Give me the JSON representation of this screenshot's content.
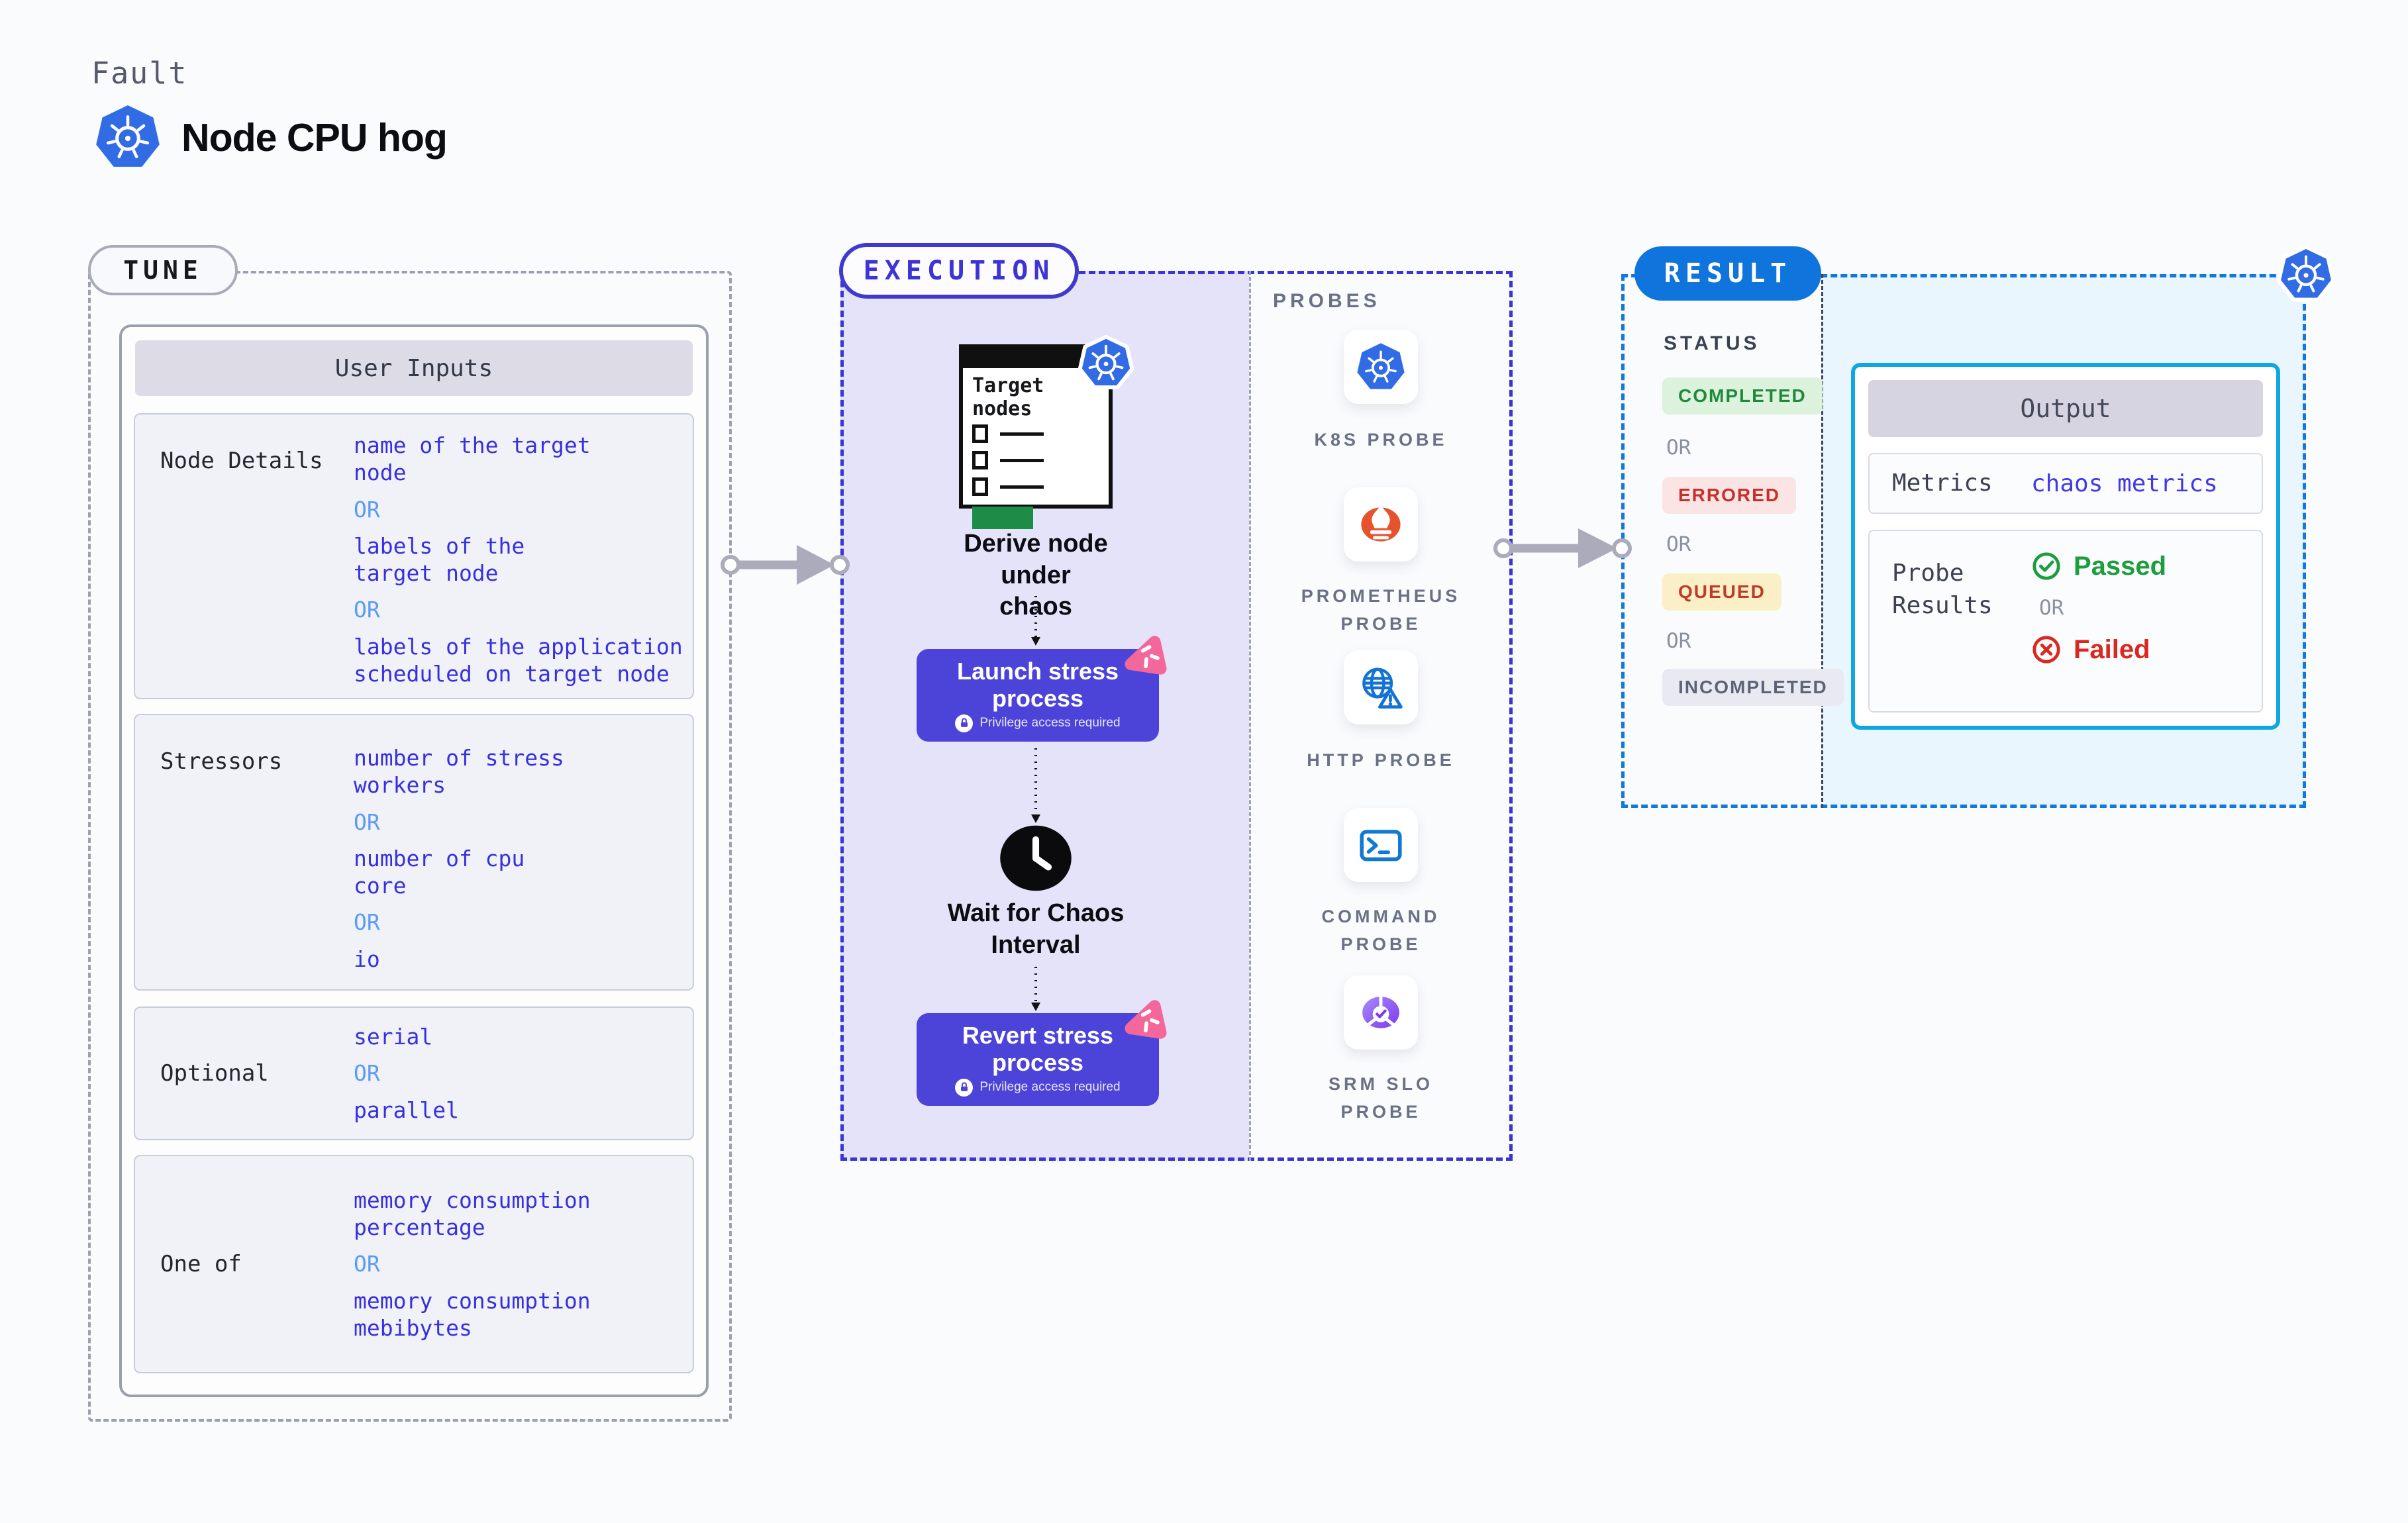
{
  "header": {
    "eyebrow": "Fault",
    "title": "Node CPU hog"
  },
  "tune": {
    "badge": "TUNE",
    "table_title": "User Inputs",
    "rows": [
      {
        "label": "Node Details",
        "segments": [
          {
            "kind": "value",
            "text": "name of the target\nnode"
          },
          {
            "kind": "or",
            "text": "OR"
          },
          {
            "kind": "value",
            "text": "labels of the\ntarget node"
          },
          {
            "kind": "or",
            "text": "OR"
          },
          {
            "kind": "value",
            "text": "labels of the application\n scheduled on target node"
          }
        ]
      },
      {
        "label": "Stressors",
        "segments": [
          {
            "kind": "value",
            "text": "number of stress\nworkers"
          },
          {
            "kind": "or",
            "text": "OR"
          },
          {
            "kind": "value",
            "text": "number of cpu\ncore"
          },
          {
            "kind": "or",
            "text": "OR"
          },
          {
            "kind": "value",
            "text": "io"
          }
        ]
      },
      {
        "label": "Optional",
        "segments": [
          {
            "kind": "value",
            "text": "serial"
          },
          {
            "kind": "or",
            "text": "OR"
          },
          {
            "kind": "value",
            "text": "parallel"
          }
        ]
      },
      {
        "label": "One of",
        "segments": [
          {
            "kind": "value",
            "text": "memory consumption\npercentage"
          },
          {
            "kind": "or",
            "text": "OR"
          },
          {
            "kind": "value",
            "text": "memory consumption\nmebibytes"
          }
        ]
      }
    ]
  },
  "execution": {
    "badge": "EXECUTION",
    "doc_title": "Target\nnodes",
    "derive_caption": "Derive node under\nchaos",
    "launch_title": "Launch stress\nprocess",
    "launch_note": "Privilege access required",
    "wait_caption": "Wait for Chaos\nInterval",
    "revert_title": "Revert stress\nprocess",
    "revert_note": "Privilege access required"
  },
  "probes": {
    "label": "PROBES",
    "items": [
      {
        "icon": "k8s-icon",
        "label": "K8S PROBE"
      },
      {
        "icon": "prometheus-icon",
        "label": "PROMETHEUS\nPROBE"
      },
      {
        "icon": "http-icon",
        "label": "HTTP PROBE"
      },
      {
        "icon": "command-icon",
        "label": "COMMAND\nPROBE"
      },
      {
        "icon": "srm-slo-icon",
        "label": "SRM SLO\nPROBE"
      }
    ]
  },
  "result": {
    "badge": "RESULT",
    "status_label": "STATUS",
    "or_label": "OR",
    "statuses": [
      {
        "text": "COMPLETED",
        "bg": "#DCF2DD",
        "color": "#1F8A3B"
      },
      {
        "text": "ERRORED",
        "bg": "#FBE4E4",
        "color": "#C6302C"
      },
      {
        "text": "QUEUED",
        "bg": "#FAEFC6",
        "color": "#BF3A28"
      },
      {
        "text": "INCOMPLETED",
        "bg": "#E9EAF1",
        "color": "#5C6476"
      }
    ],
    "output": {
      "title": "Output",
      "metrics_label": "Metrics",
      "metrics_value": "chaos metrics",
      "probe_results_label": "Probe\nResults",
      "passed": "Passed",
      "or_label": "OR",
      "failed": "Failed"
    }
  },
  "colors": {
    "accent_indigo": "#4C43D9",
    "execution_border": "#3D33D6",
    "execution_fill": "#E4E3F9",
    "result_blue": "#0F74DC",
    "output_border": "#0FA6E2",
    "value_blue": "#3730DF",
    "or_blue": "#5B9BF2",
    "passed_green": "#1D9E3E",
    "failed_red": "#D8281F",
    "k8s_blue": "#326CE5",
    "prometheus_orange": "#E6522C",
    "pink_marker": "#F4679A",
    "doc_green": "#1D8C46"
  }
}
